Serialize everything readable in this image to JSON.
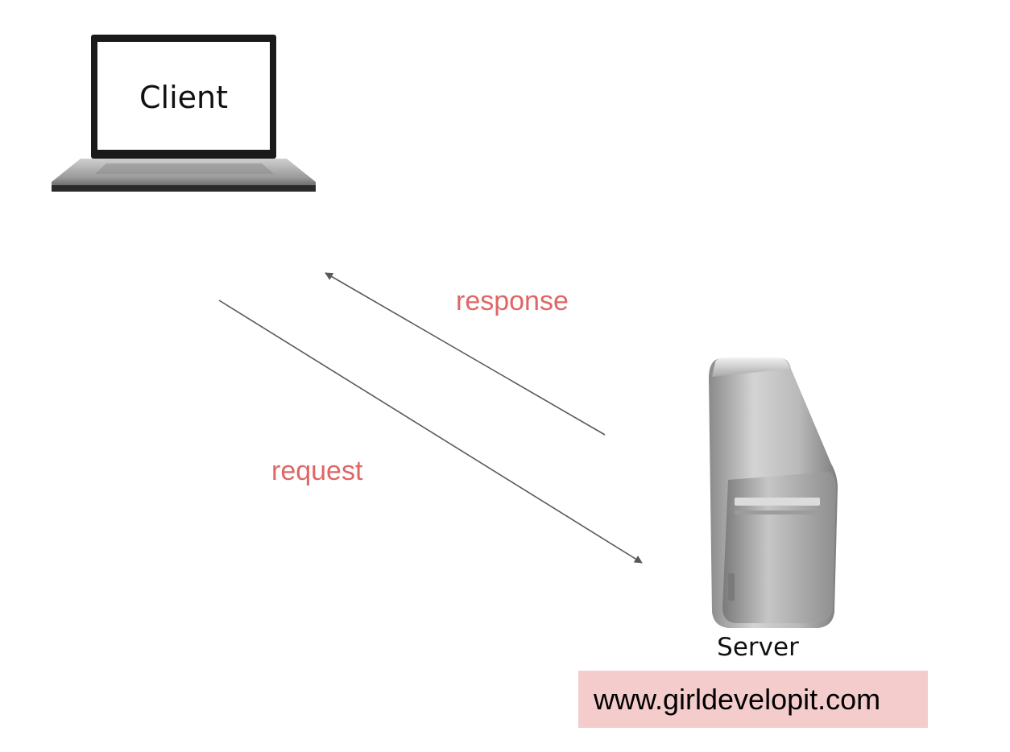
{
  "client": {
    "label": "Client"
  },
  "server": {
    "label": "Server"
  },
  "arrows": {
    "response_label": "response",
    "request_label": "request",
    "label_color": "#e06666",
    "line_color": "#595959"
  },
  "url_box": {
    "text": "www.girldevelopit.com",
    "background": "#f4cccc"
  }
}
